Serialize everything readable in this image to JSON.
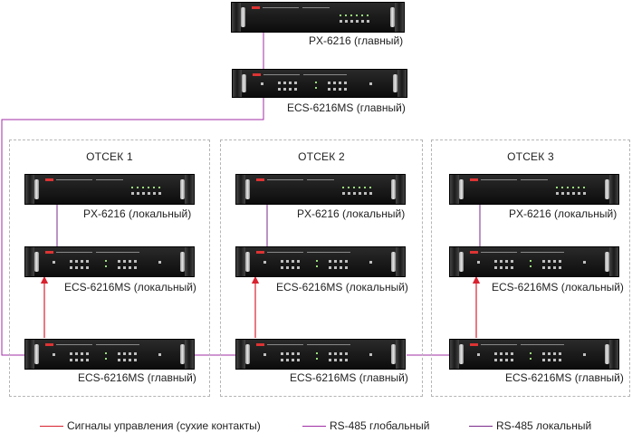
{
  "colors": {
    "control": "#d8212f",
    "rs485_global": "#a12ea5",
    "rs485_local": "#7a2a8a",
    "zone_border": "#b5b5b5"
  },
  "devices": {
    "px_main": "PX-6216 (главный)",
    "ecs_main": "ECS-6216MS (главный)"
  },
  "zones": [
    {
      "title": "ОТСЕК 1",
      "px": "PX-6216 (локальный)",
      "ecs_local": "ECS-6216MS (локальный)",
      "ecs_main": "ECS-6216MS (главный)"
    },
    {
      "title": "ОТСЕК 2",
      "px": "PX-6216 (локальный)",
      "ecs_local": "ECS-6216MS (локальный)",
      "ecs_main": "ECS-6216MS (главный)"
    },
    {
      "title": "ОТСЕК 3",
      "px": "PX-6216 (локальный)",
      "ecs_local": "ECS-6216MS (локальный)",
      "ecs_main": "ECS-6216MS (главный)"
    }
  ],
  "legend": {
    "control": "Сигналы управления (сухие контакты)",
    "rs485_global": "RS-485 глобальный",
    "rs485_local": "RS-485 локальный"
  }
}
